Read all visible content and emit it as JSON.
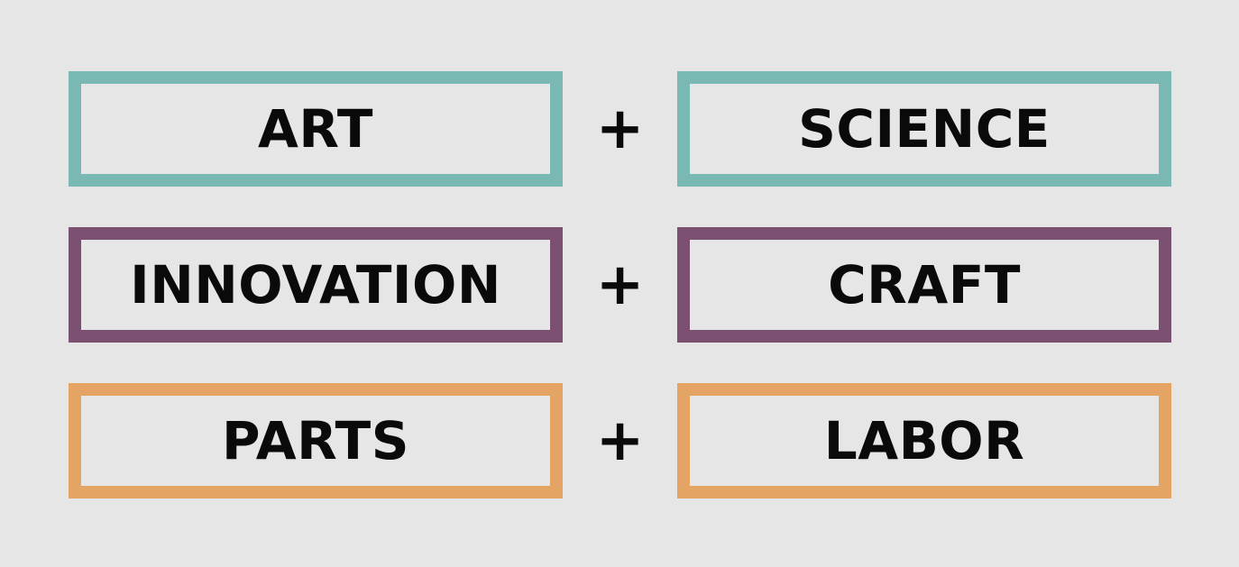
{
  "rows": [
    {
      "left": "ART",
      "operator": "+",
      "right": "SCIENCE",
      "border_color": "#7ab8b3"
    },
    {
      "left": "INNOVATION",
      "operator": "+",
      "right": "CRAFT",
      "border_color": "#7c5070"
    },
    {
      "left": "PARTS",
      "operator": "+",
      "right": "LABOR",
      "border_color": "#e4a564"
    }
  ],
  "colors": {
    "background": "#e6e6e6",
    "text": "#0a0a0a"
  }
}
